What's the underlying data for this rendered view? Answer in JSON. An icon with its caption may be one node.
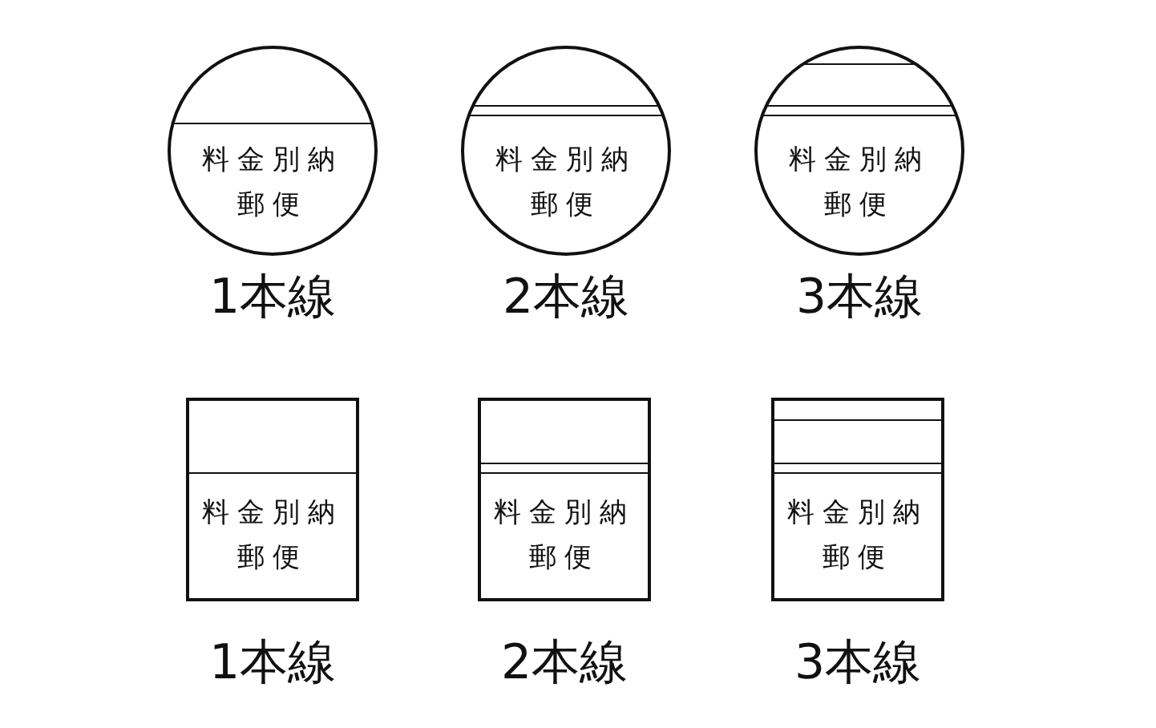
{
  "diagram": {
    "nodes": [
      {
        "text": [
          "料金別納郵便"
        ],
        "beside": [
          "1本線"
        ]
      },
      {
        "text": [
          "料金別納郵便"
        ],
        "beside": [
          "2本線"
        ]
      },
      {
        "text": [
          "料金別納郵便"
        ],
        "beside": [
          "3本線"
        ]
      },
      {
        "text": [
          "料金別納郵便"
        ],
        "beside": [
          "1本線"
        ]
      },
      {
        "text": [
          "料金別納郵便"
        ],
        "beside": [
          "2本線"
        ]
      },
      {
        "text": [
          "料金別納郵便"
        ],
        "beside": [
          "3本線"
        ]
      }
    ]
  }
}
